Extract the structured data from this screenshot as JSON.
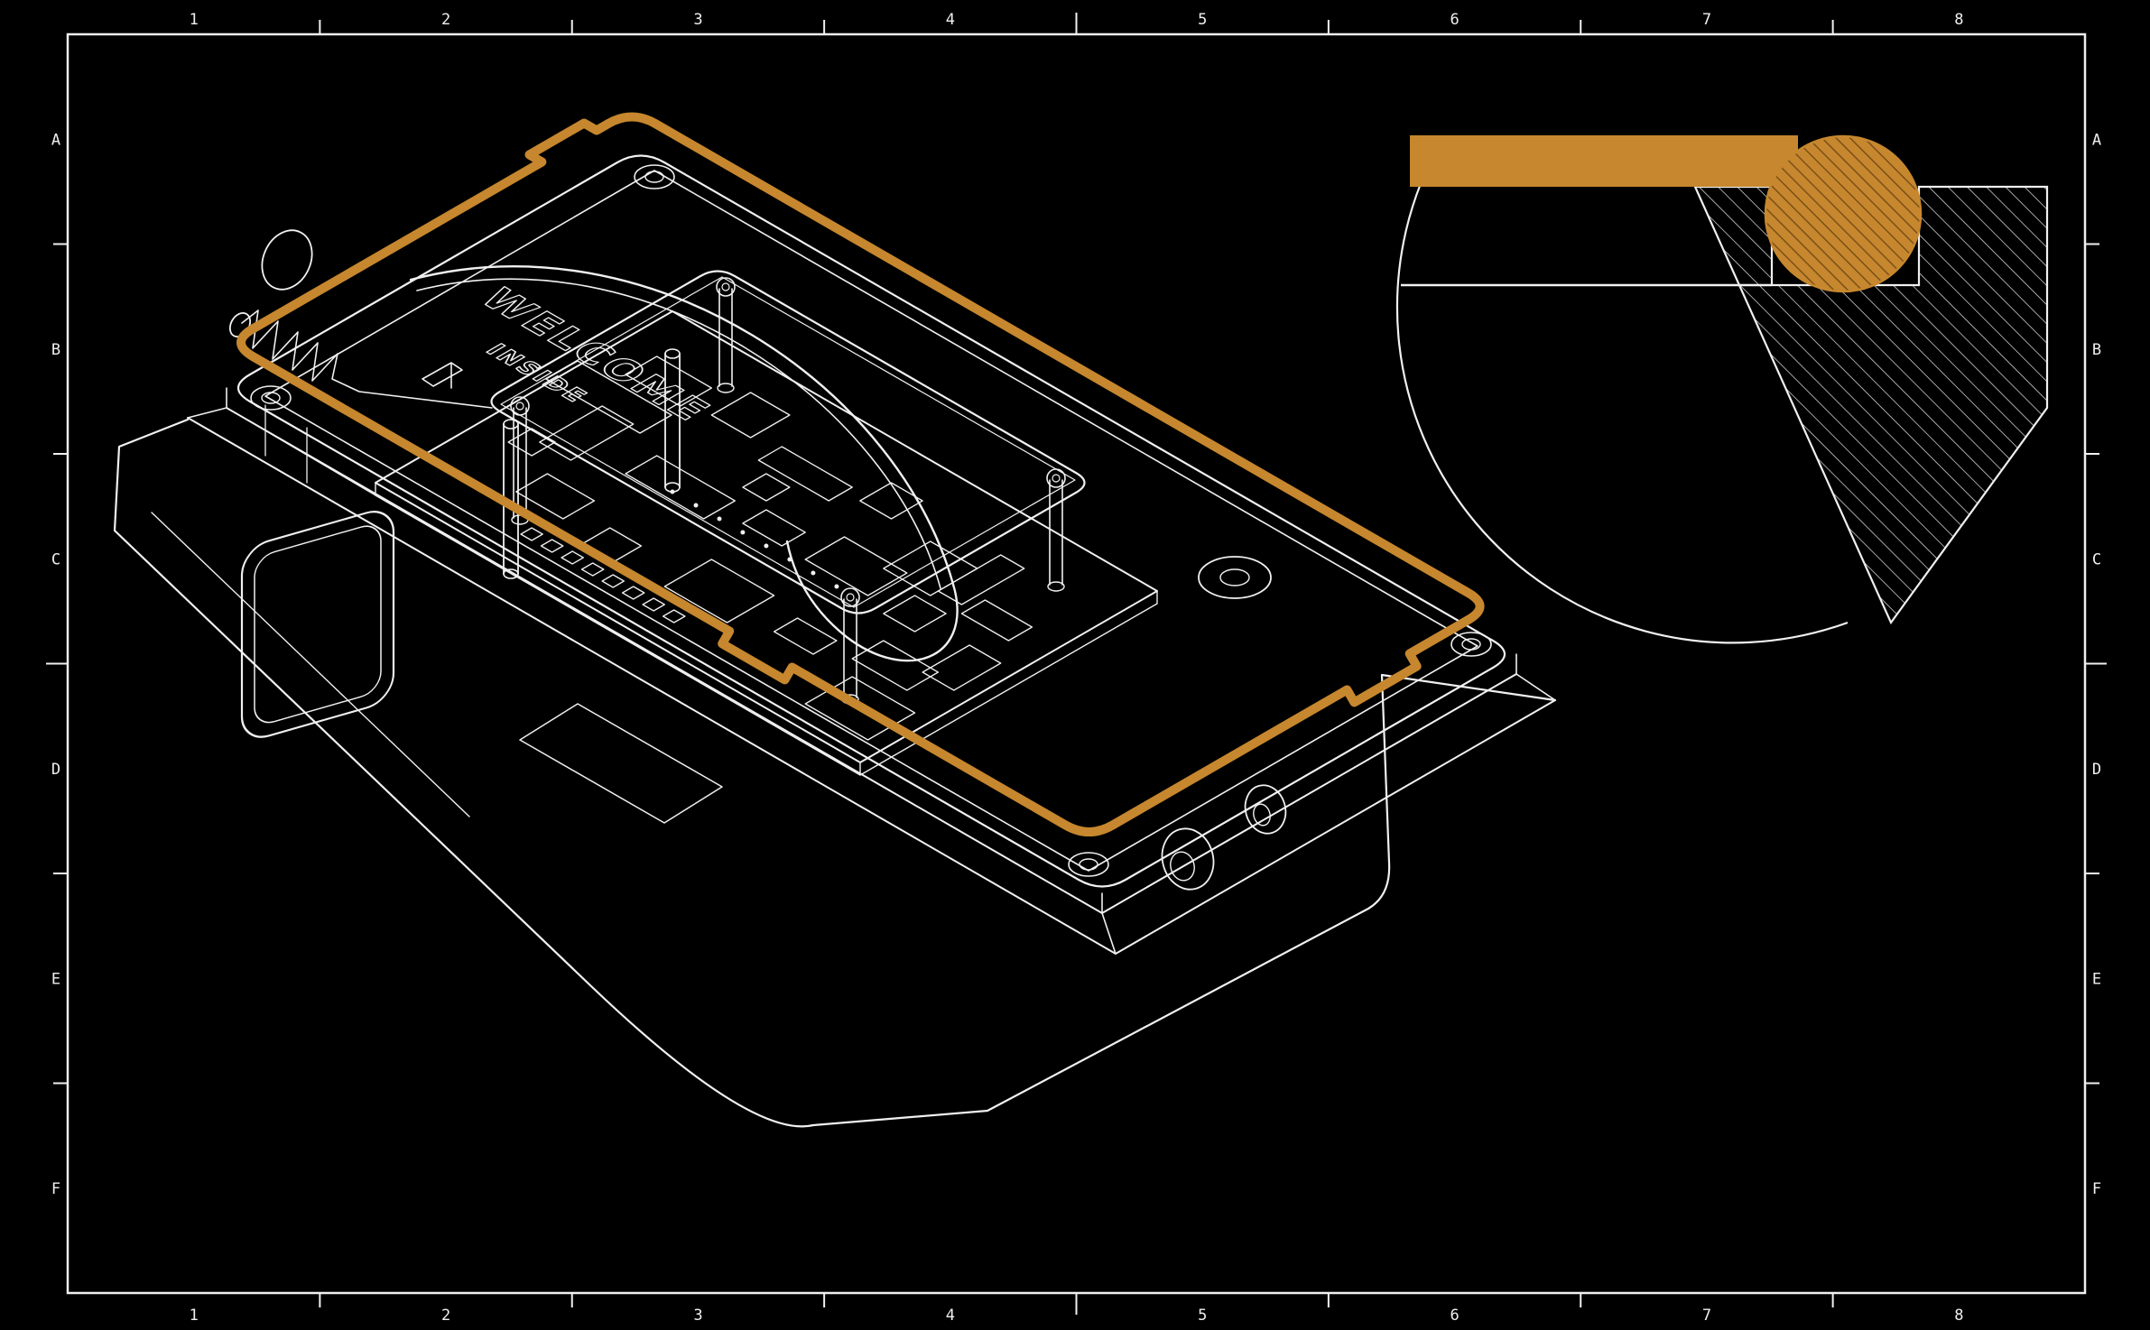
{
  "sheet": {
    "background": "#000000",
    "line_color": "#f0f0f0",
    "accent_color": "#C6872E",
    "grid": {
      "column_labels": [
        "1",
        "2",
        "3",
        "4",
        "5",
        "6",
        "7",
        "8"
      ],
      "row_labels": [
        "A",
        "B",
        "C",
        "D",
        "E",
        "F"
      ]
    },
    "enclosure": {
      "engraving_line1": "WELCOME",
      "engraving_line2": "INSIDE"
    }
  }
}
